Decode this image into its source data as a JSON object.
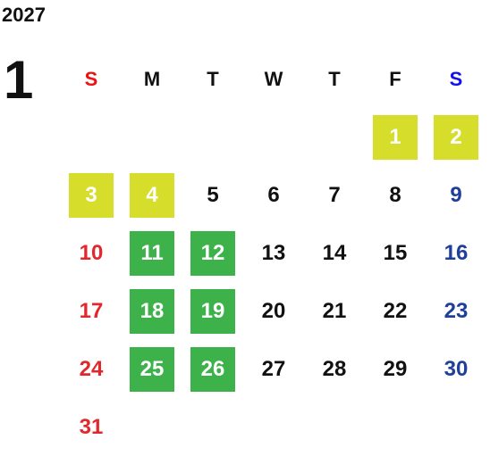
{
  "year": "2027",
  "month": "1",
  "colors": {
    "sunday": "#e0282d",
    "saturday": "#1f3f9a",
    "highlight_yellow": "#d6dd2a",
    "highlight_green": "#3db24a"
  },
  "weekday_headers": [
    "S",
    "M",
    "T",
    "W",
    "T",
    "F",
    "S"
  ],
  "weeks": [
    [
      {
        "day": "",
        "hl": ""
      },
      {
        "day": "",
        "hl": ""
      },
      {
        "day": "",
        "hl": ""
      },
      {
        "day": "",
        "hl": ""
      },
      {
        "day": "",
        "hl": ""
      },
      {
        "day": "1",
        "hl": "yellow"
      },
      {
        "day": "2",
        "hl": "yellow"
      }
    ],
    [
      {
        "day": "3",
        "hl": "yellow"
      },
      {
        "day": "4",
        "hl": "yellow"
      },
      {
        "day": "5",
        "hl": ""
      },
      {
        "day": "6",
        "hl": ""
      },
      {
        "day": "7",
        "hl": ""
      },
      {
        "day": "8",
        "hl": ""
      },
      {
        "day": "9",
        "hl": ""
      }
    ],
    [
      {
        "day": "10",
        "hl": ""
      },
      {
        "day": "11",
        "hl": "green"
      },
      {
        "day": "12",
        "hl": "green"
      },
      {
        "day": "13",
        "hl": ""
      },
      {
        "day": "14",
        "hl": ""
      },
      {
        "day": "15",
        "hl": ""
      },
      {
        "day": "16",
        "hl": ""
      }
    ],
    [
      {
        "day": "17",
        "hl": ""
      },
      {
        "day": "18",
        "hl": "green"
      },
      {
        "day": "19",
        "hl": "green"
      },
      {
        "day": "20",
        "hl": ""
      },
      {
        "day": "21",
        "hl": ""
      },
      {
        "day": "22",
        "hl": ""
      },
      {
        "day": "23",
        "hl": ""
      }
    ],
    [
      {
        "day": "24",
        "hl": ""
      },
      {
        "day": "25",
        "hl": "green"
      },
      {
        "day": "26",
        "hl": "green"
      },
      {
        "day": "27",
        "hl": ""
      },
      {
        "day": "28",
        "hl": ""
      },
      {
        "day": "29",
        "hl": ""
      },
      {
        "day": "30",
        "hl": ""
      }
    ],
    [
      {
        "day": "31",
        "hl": ""
      },
      {
        "day": "",
        "hl": ""
      },
      {
        "day": "",
        "hl": ""
      },
      {
        "day": "",
        "hl": ""
      },
      {
        "day": "",
        "hl": ""
      },
      {
        "day": "",
        "hl": ""
      },
      {
        "day": "",
        "hl": ""
      }
    ]
  ]
}
